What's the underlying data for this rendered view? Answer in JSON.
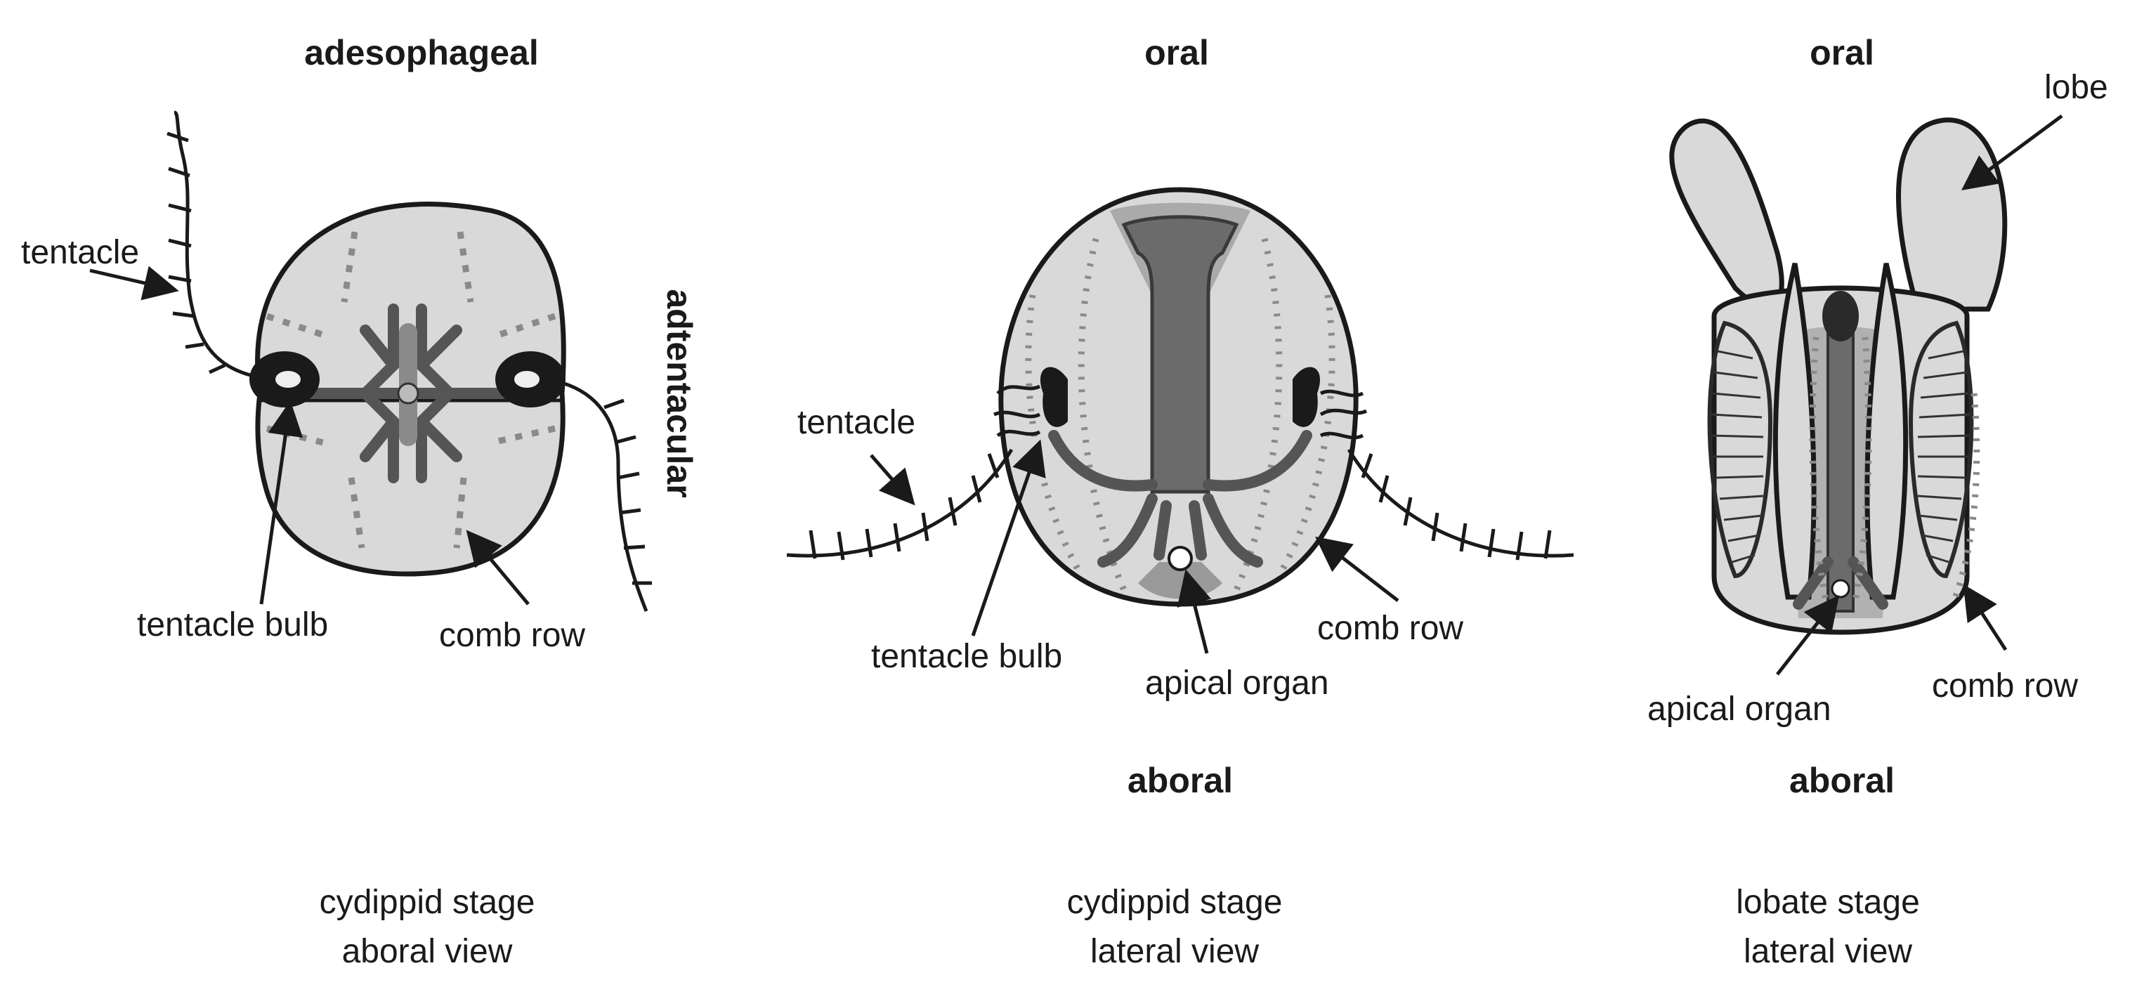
{
  "panels": [
    {
      "caption": [
        "cydippid stage",
        "aboral view"
      ],
      "axis_top": "adesophageal",
      "axis_side": "adtentacular",
      "callouts": {
        "tentacle": "tentacle",
        "tentacle_bulb": "tentacle bulb",
        "comb_row": "comb row"
      }
    },
    {
      "caption": [
        "cydippid stage",
        "lateral view"
      ],
      "axis_top": "oral",
      "axis_bottom": "aboral",
      "callouts": {
        "tentacle": "tentacle",
        "tentacle_bulb": "tentacle bulb",
        "apical_organ": "apical organ",
        "comb_row": "comb row"
      }
    },
    {
      "caption": [
        "lobate stage",
        "lateral view"
      ],
      "axis_top": "oral",
      "axis_bottom": "aboral",
      "callouts": {
        "lobe": "lobe",
        "apical_organ": "apical organ",
        "comb_row": "comb row"
      }
    }
  ],
  "colors": {
    "body": "#d9d9d9",
    "canal": "#6b6b6b",
    "outline": "#1a1a1a",
    "comb": "#8a8a8a"
  }
}
